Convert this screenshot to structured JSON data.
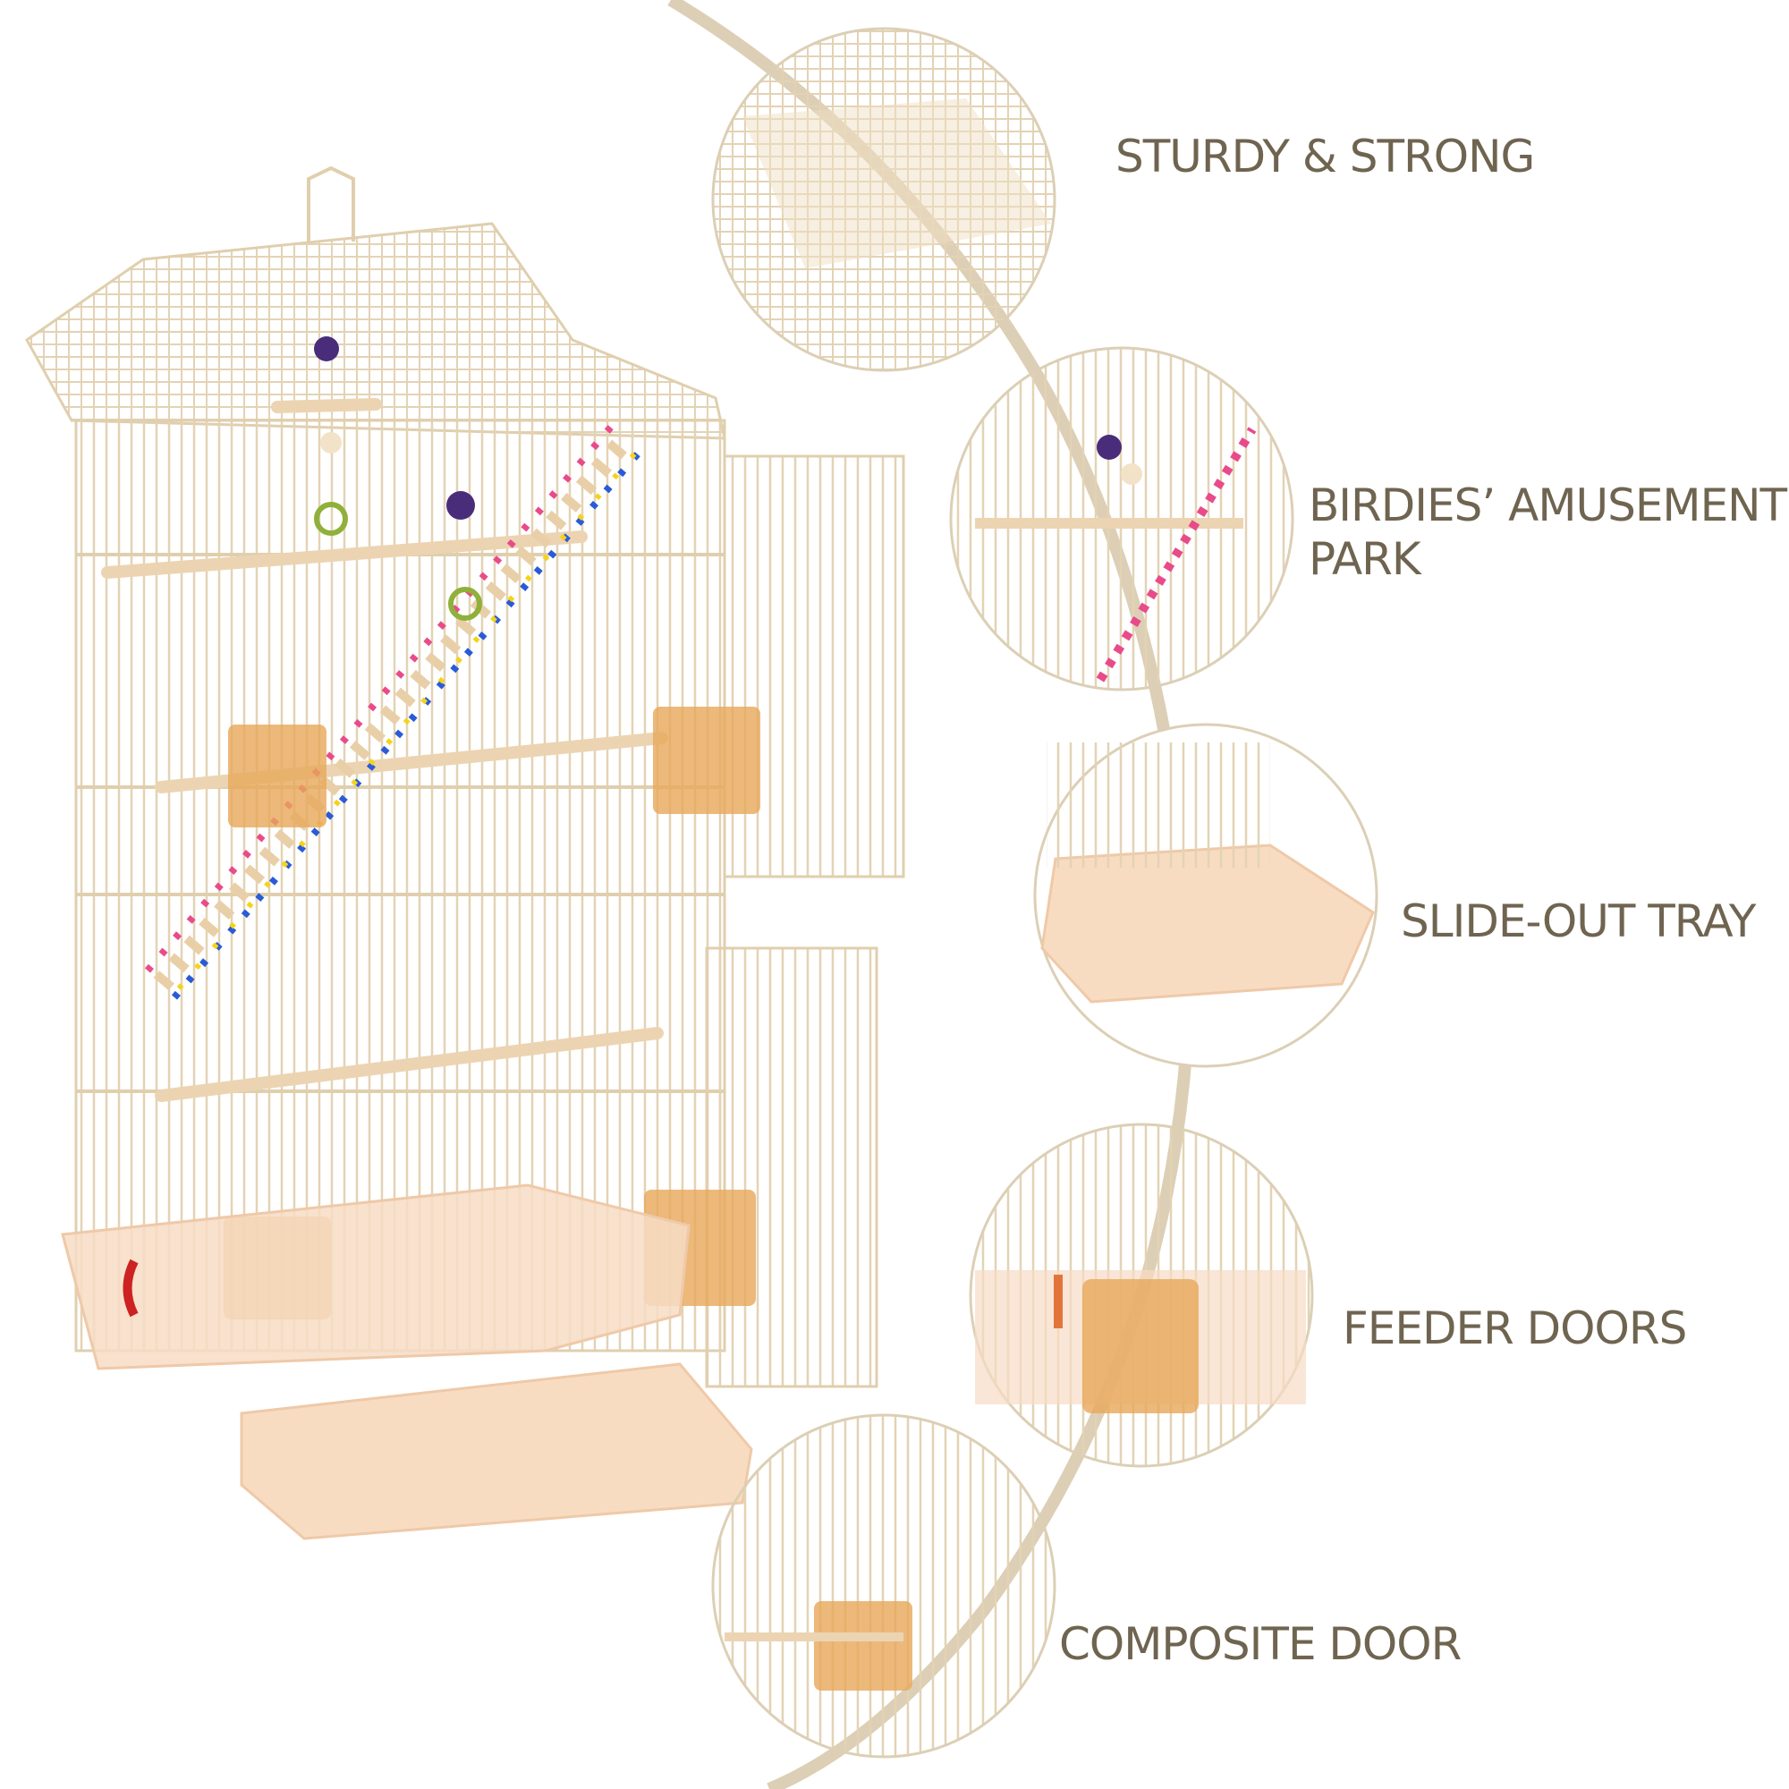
{
  "features": [
    {
      "title": "STURDY & STRONG"
    },
    {
      "title": "BIRDIES’ AMUSEMENT",
      "title2": "PARK"
    },
    {
      "title": "SLIDE-OUT TRAY"
    },
    {
      "title": "FEEDER DOORS"
    },
    {
      "title": "COMPOSITE DOOR"
    }
  ],
  "colors": {
    "text": "#6f6450",
    "connector": "#dccfb5",
    "wire": "#e6d8bd",
    "tray": "#f7dcc4",
    "perch": "#efd7b8"
  }
}
